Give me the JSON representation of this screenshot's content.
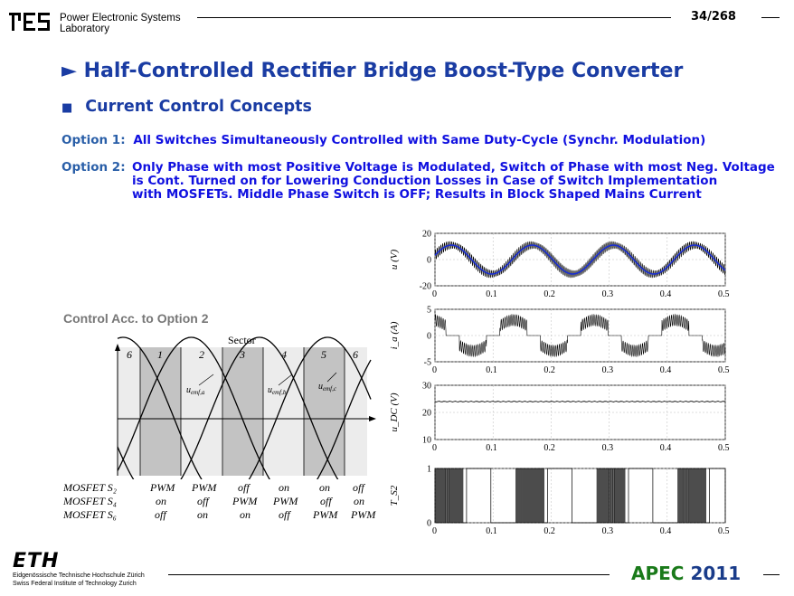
{
  "header": {
    "lab_line1": "Power Electronic Systems",
    "lab_line2": "Laboratory",
    "page_number": "34/268"
  },
  "title": "► Half-Controlled Rectifier Bridge Boost-Type Converter",
  "subtitle_bullet": "■",
  "subtitle": "Current Control Concepts",
  "option1": {
    "label": "Option 1:",
    "text": "All Switches Simultaneously Controlled with Same Duty-Cycle (Synchr. Modulation)"
  },
  "option2": {
    "label": "Option 2:",
    "line1": "Only Phase with most Positive Voltage is Modulated, Switch of Phase with most Neg. Voltage",
    "line2": "is Cont. Turned on for Lowering Conduction Losses in Case of Switch Implementation",
    "line3": "with MOSFETs.  Middle Phase Switch is OFF;  Results in Block Shaped Mains Current"
  },
  "control_label": "Control Acc. to Option 2",
  "sector_diagram": {
    "title": "Sector",
    "sectors": [
      "6",
      "1",
      "2",
      "3",
      "4",
      "5",
      "6"
    ],
    "curve_labels": [
      "u_emf,a",
      "u_emf,b",
      "u_emf,c"
    ],
    "shade_color": "#c0c0c0"
  },
  "mosfet_table": {
    "rows": [
      {
        "name": "MOSFET S₂",
        "states": [
          "PWM",
          "PWM",
          "off",
          "on",
          "on",
          "off"
        ]
      },
      {
        "name": "MOSFET S₄",
        "states": [
          "on",
          "off",
          "PWM",
          "PWM",
          "off",
          "on"
        ]
      },
      {
        "name": "MOSFET S₆",
        "states": [
          "off",
          "on",
          "on",
          "off",
          "PWM",
          "PWM"
        ]
      }
    ]
  },
  "waveform_panels": [
    {
      "ylabel": "u (V)",
      "yticks": [
        "20",
        "0",
        "-20"
      ],
      "xticks": [
        "0",
        "0.1",
        "0.2",
        "0.3",
        "0.4",
        "0.5"
      ]
    },
    {
      "ylabel": "i_a (A)",
      "yticks": [
        "5",
        "0",
        "-5"
      ],
      "xticks": [
        "0",
        "0.1",
        "0.2",
        "0.3",
        "0.4",
        "0.5"
      ]
    },
    {
      "ylabel": "u_DC (V)",
      "yticks": [
        "30",
        "20",
        "10"
      ],
      "xticks": [
        "0",
        "0.1",
        "0.2",
        "0.3",
        "0.4",
        "0.5"
      ]
    },
    {
      "ylabel": "T_S2",
      "yticks": [
        "1",
        "0"
      ],
      "xticks": [
        "0",
        "0.1",
        "0.2",
        "0.3",
        "0.4",
        "0.5"
      ]
    }
  ],
  "footer": {
    "eth_logo": "ETH",
    "eth_line1": "Eidgenössische Technische Hochschule Zürich",
    "eth_line2": "Swiss Federal Institute of Technology Zurich",
    "apec_logo": "APEC",
    "apec_year": "2011"
  },
  "colors": {
    "title_blue": "#1a3ca3",
    "body_blue": "#1010e0",
    "waveform_blue": "#1a2ed0"
  }
}
